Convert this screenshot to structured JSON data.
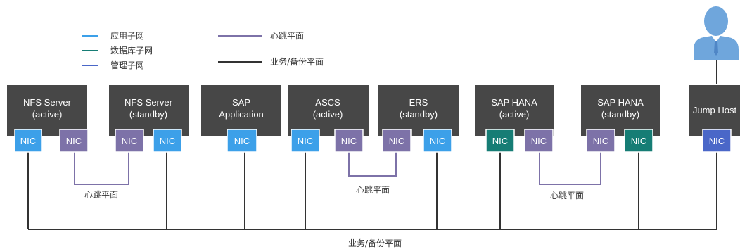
{
  "colors": {
    "app_subnet": "#3ca0e9",
    "db_subnet": "#167d75",
    "mgmt_subnet": "#4a67c8",
    "heartbeat": "#7d72a8",
    "business": "#333333",
    "server_box": "#474747",
    "user_icon": "#6fa6dc"
  },
  "legend": {
    "app_subnet": "应用子网",
    "db_subnet": "数据库子网",
    "mgmt_subnet": "管理子网",
    "heartbeat": "心跳平面",
    "business": "业务/备份平面"
  },
  "servers": [
    {
      "id": "nfs-active",
      "lines": [
        "NFS Server",
        "(active)"
      ]
    },
    {
      "id": "nfs-standby",
      "lines": [
        "NFS Server",
        "(standby)"
      ]
    },
    {
      "id": "sap-app",
      "lines": [
        "SAP",
        "Application"
      ]
    },
    {
      "id": "ascs",
      "lines": [
        "ASCS",
        "(active)"
      ]
    },
    {
      "id": "ers",
      "lines": [
        "ERS",
        "(standby)"
      ]
    },
    {
      "id": "hana-active",
      "lines": [
        "SAP HANA",
        "(active)"
      ]
    },
    {
      "id": "hana-standby",
      "lines": [
        "SAP HANA",
        "(standby)"
      ]
    },
    {
      "id": "jump-host",
      "lines": [
        "Jump Host"
      ]
    }
  ],
  "nic_label": "NIC",
  "heartbeat_labels": [
    "心跳平面",
    "心跳平面",
    "心跳平面"
  ],
  "business_label": "业务/备份平面",
  "user_icon": "user-icon"
}
